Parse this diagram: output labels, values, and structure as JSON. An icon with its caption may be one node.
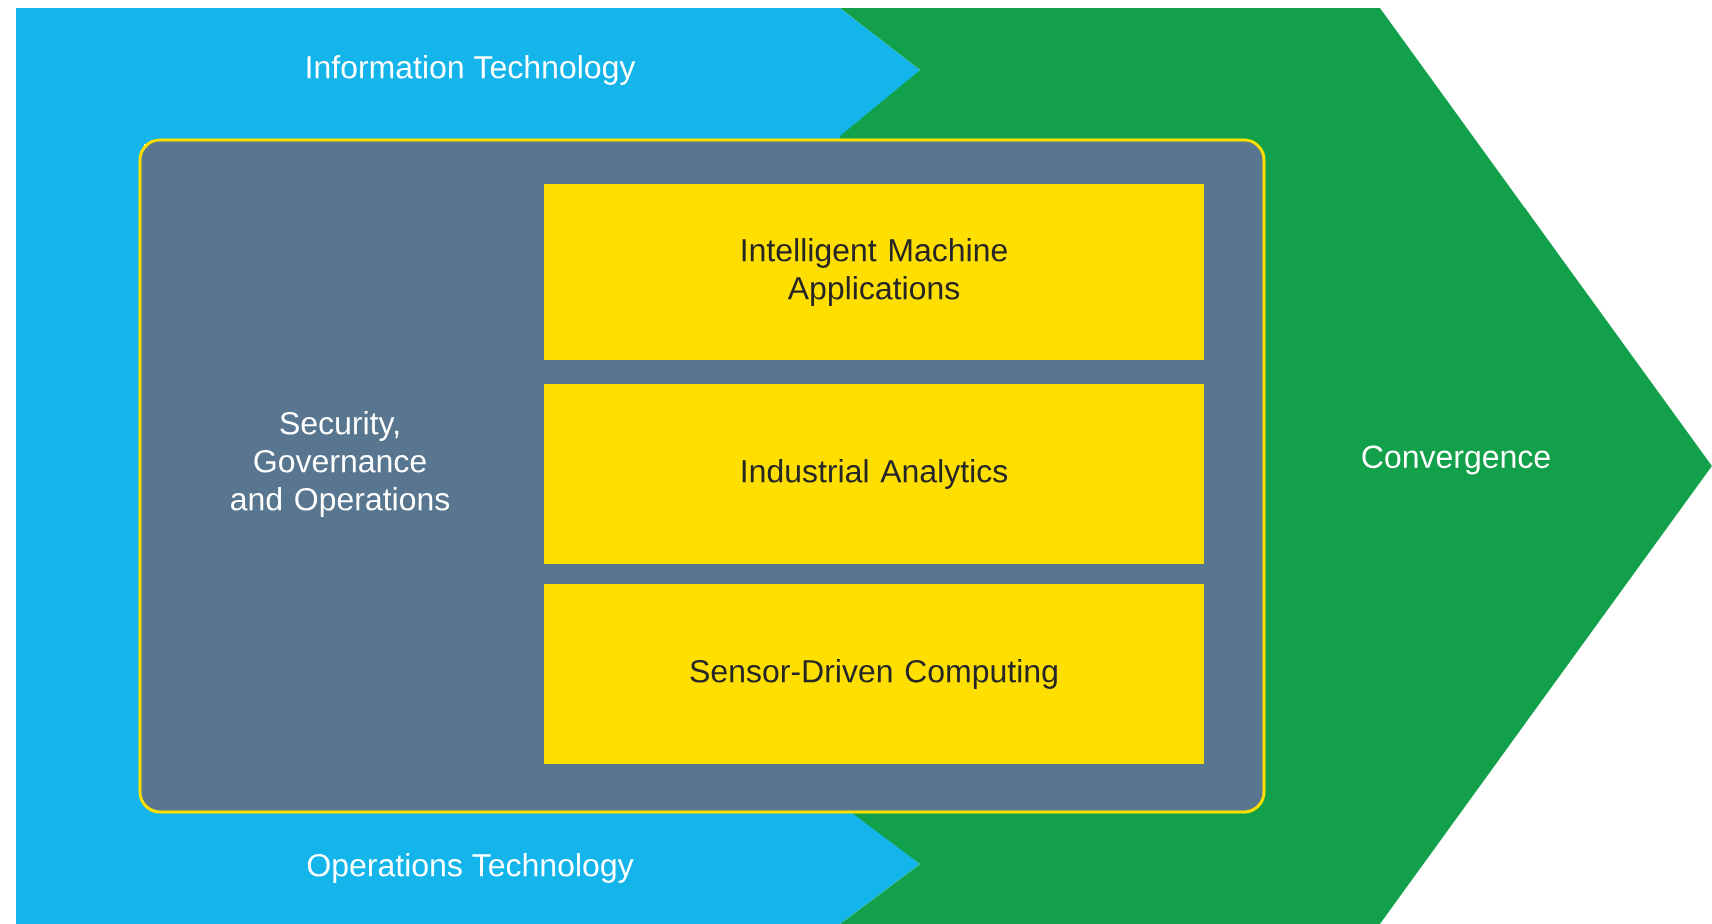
{
  "diagram": {
    "nodes": [
      {
        "text": [
          "Information Technology"
        ]
      },
      {
        "text": [
          "Operations Technology"
        ]
      },
      {
        "text": [
          "Convergence"
        ]
      },
      {
        "text": [
          "Security, Governance and Operations"
        ]
      },
      {
        "text": [
          "Intelligent Machine Applications"
        ],
        "in": 3
      },
      {
        "text": [
          "Industrial Analytics"
        ],
        "in": 3
      },
      {
        "text": [
          "Sensor-Driven Computing"
        ],
        "in": 3
      }
    ]
  }
}
